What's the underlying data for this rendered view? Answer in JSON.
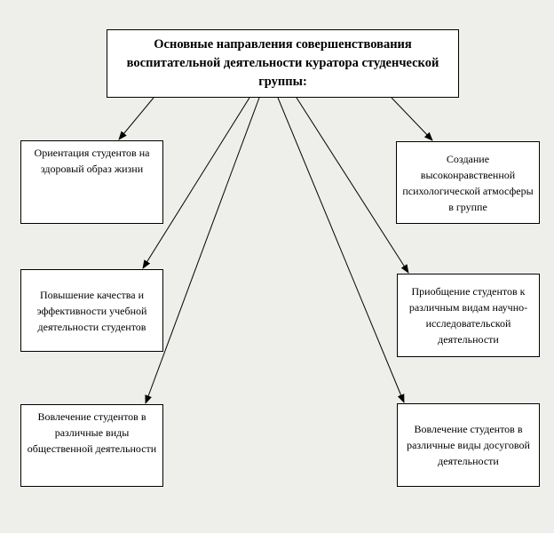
{
  "diagram": {
    "title": "Основные направления совершенствования воспитательной деятельности куратора студенческой группы:",
    "boxes": [
      {
        "id": "b1",
        "text": "Ориентация студентов на здоровый образ жизни"
      },
      {
        "id": "b2",
        "text": "Создание высоконравственной психологической атмосферы в группе"
      },
      {
        "id": "b3",
        "text": "Повышение качества и эффективности учебной деятельности студентов"
      },
      {
        "id": "b4",
        "text": "Приобщение студентов к различным видам научно-исследовательской деятельности"
      },
      {
        "id": "b5",
        "text": "Вовлечение студентов в различные виды общественной деятельности"
      },
      {
        "id": "b6",
        "text": "Вовлечение студентов в различные виды досуговой деятельности"
      }
    ],
    "colors": {
      "background": "#eeeeea",
      "box": "#ffffff",
      "line": "#000000"
    }
  }
}
